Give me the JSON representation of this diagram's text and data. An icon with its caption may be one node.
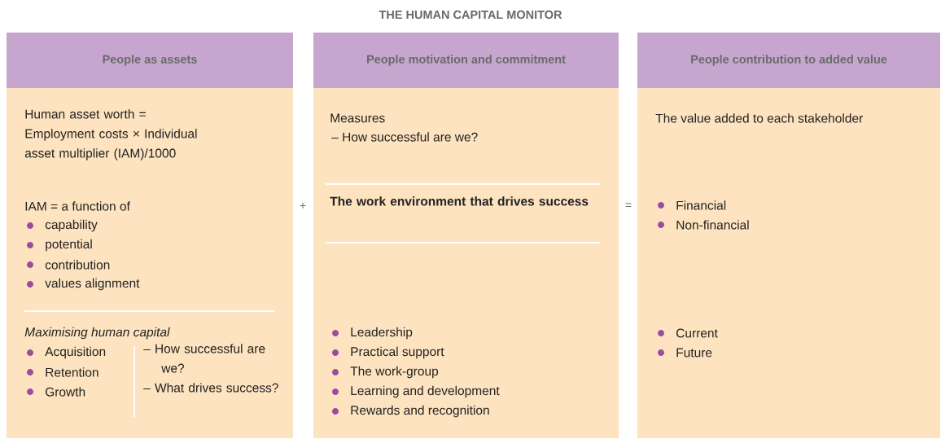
{
  "diagram": {
    "title": "THE HUMAN CAPITAL MONITOR",
    "nodes": [
      {
        "text": [
          "People as assets"
        ]
      },
      {
        "text": [
          "Human asset worth = Employment costs × Individual asset multiplier (IAM)/1000",
          "IAM = a function of",
          "capability",
          "potential",
          "contribution",
          "values alignment",
          "Maximising human capital",
          "Acquisition",
          "Retention",
          "Growth",
          "– How successful are we?",
          "– What drives success?"
        ]
      },
      {
        "text": [
          "People motivation and commitment"
        ]
      },
      {
        "text": [
          "Measures",
          "– How successful are we?",
          "The work environment that drives success",
          "Leadership",
          "Practical support",
          "The work-group",
          "Learning and development",
          "Rewards and recognition"
        ]
      },
      {
        "text": [
          "People contribution to added value"
        ]
      },
      {
        "text": [
          "The value added to each stakeholder",
          "Financial",
          "Non-financial",
          "Current",
          "Future"
        ]
      }
    ],
    "labels": [
      "+",
      "="
    ]
  }
}
